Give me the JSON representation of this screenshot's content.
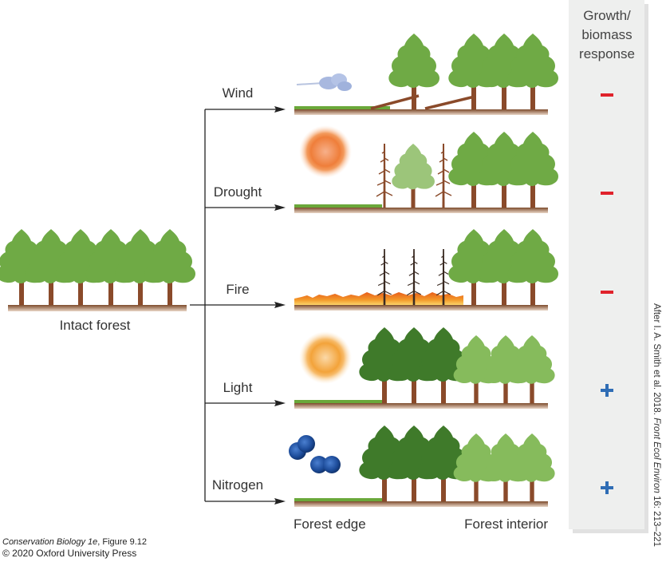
{
  "intact": {
    "label": "Intact forest"
  },
  "scenarios": [
    {
      "id": "wind",
      "label": "Wind",
      "response": "−",
      "response_type": "negative"
    },
    {
      "id": "drought",
      "label": "Drought",
      "response": "−",
      "response_type": "negative"
    },
    {
      "id": "fire",
      "label": "Fire",
      "response": "−",
      "response_type": "negative"
    },
    {
      "id": "light",
      "label": "Light",
      "response": "+",
      "response_type": "positive"
    },
    {
      "id": "nitrogen",
      "label": "Nitrogen",
      "response": "+",
      "response_type": "positive"
    }
  ],
  "panel": {
    "title_lines": [
      "Growth/",
      "biomass",
      "response"
    ]
  },
  "axis": {
    "edge_label": "Forest edge",
    "interior_label": "Forest interior"
  },
  "citation": {
    "text_plain": "After I. A. Smith et al. 2018. ",
    "journal": "Front Ecol Environ",
    "volume_pages": " 16: 213–221"
  },
  "credit": {
    "book": "Conservation Biology 1e",
    "figure": ", Figure 9.12",
    "copyright": "© 2020 Oxford University Press"
  },
  "colors": {
    "negative": "#e0222b",
    "positive": "#2f6db5",
    "tree_green": "#6faa45",
    "tree_dark": "#3f7a2a",
    "tree_pale": "#9cc57a",
    "trunk": "#8a4a2a",
    "ground": "#8a5a3a",
    "grass": "#6aa83a",
    "panel_bg": "#eeefee",
    "sun_drought": "#f08a3c",
    "sun_light": "#f4a63c",
    "nitrogen": "#1f4f9a"
  }
}
